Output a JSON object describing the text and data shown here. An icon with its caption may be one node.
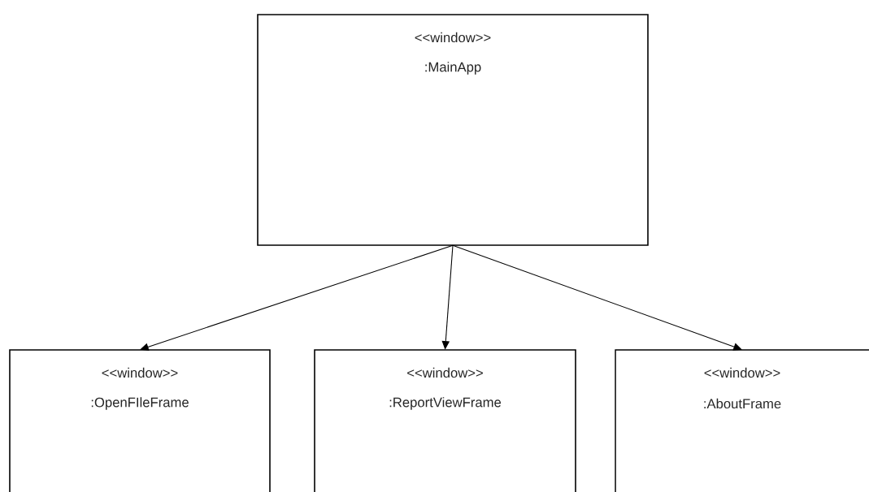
{
  "diagram": {
    "nodes": [
      {
        "text": [
          "<<window>>",
          ":MainApp"
        ]
      },
      {
        "text": [
          "<<window>>",
          ":OpenFIleFrame"
        ]
      },
      {
        "text": [
          "<<window>>",
          ":ReportViewFrame"
        ]
      },
      {
        "text": [
          "<<window>>",
          ":AboutFrame"
        ]
      }
    ],
    "edges": [
      {
        "from": 0,
        "to": 1,
        "arrow": "to"
      },
      {
        "from": 0,
        "to": 2,
        "arrow": "to"
      },
      {
        "from": 0,
        "to": 3,
        "arrow": "to"
      }
    ]
  }
}
